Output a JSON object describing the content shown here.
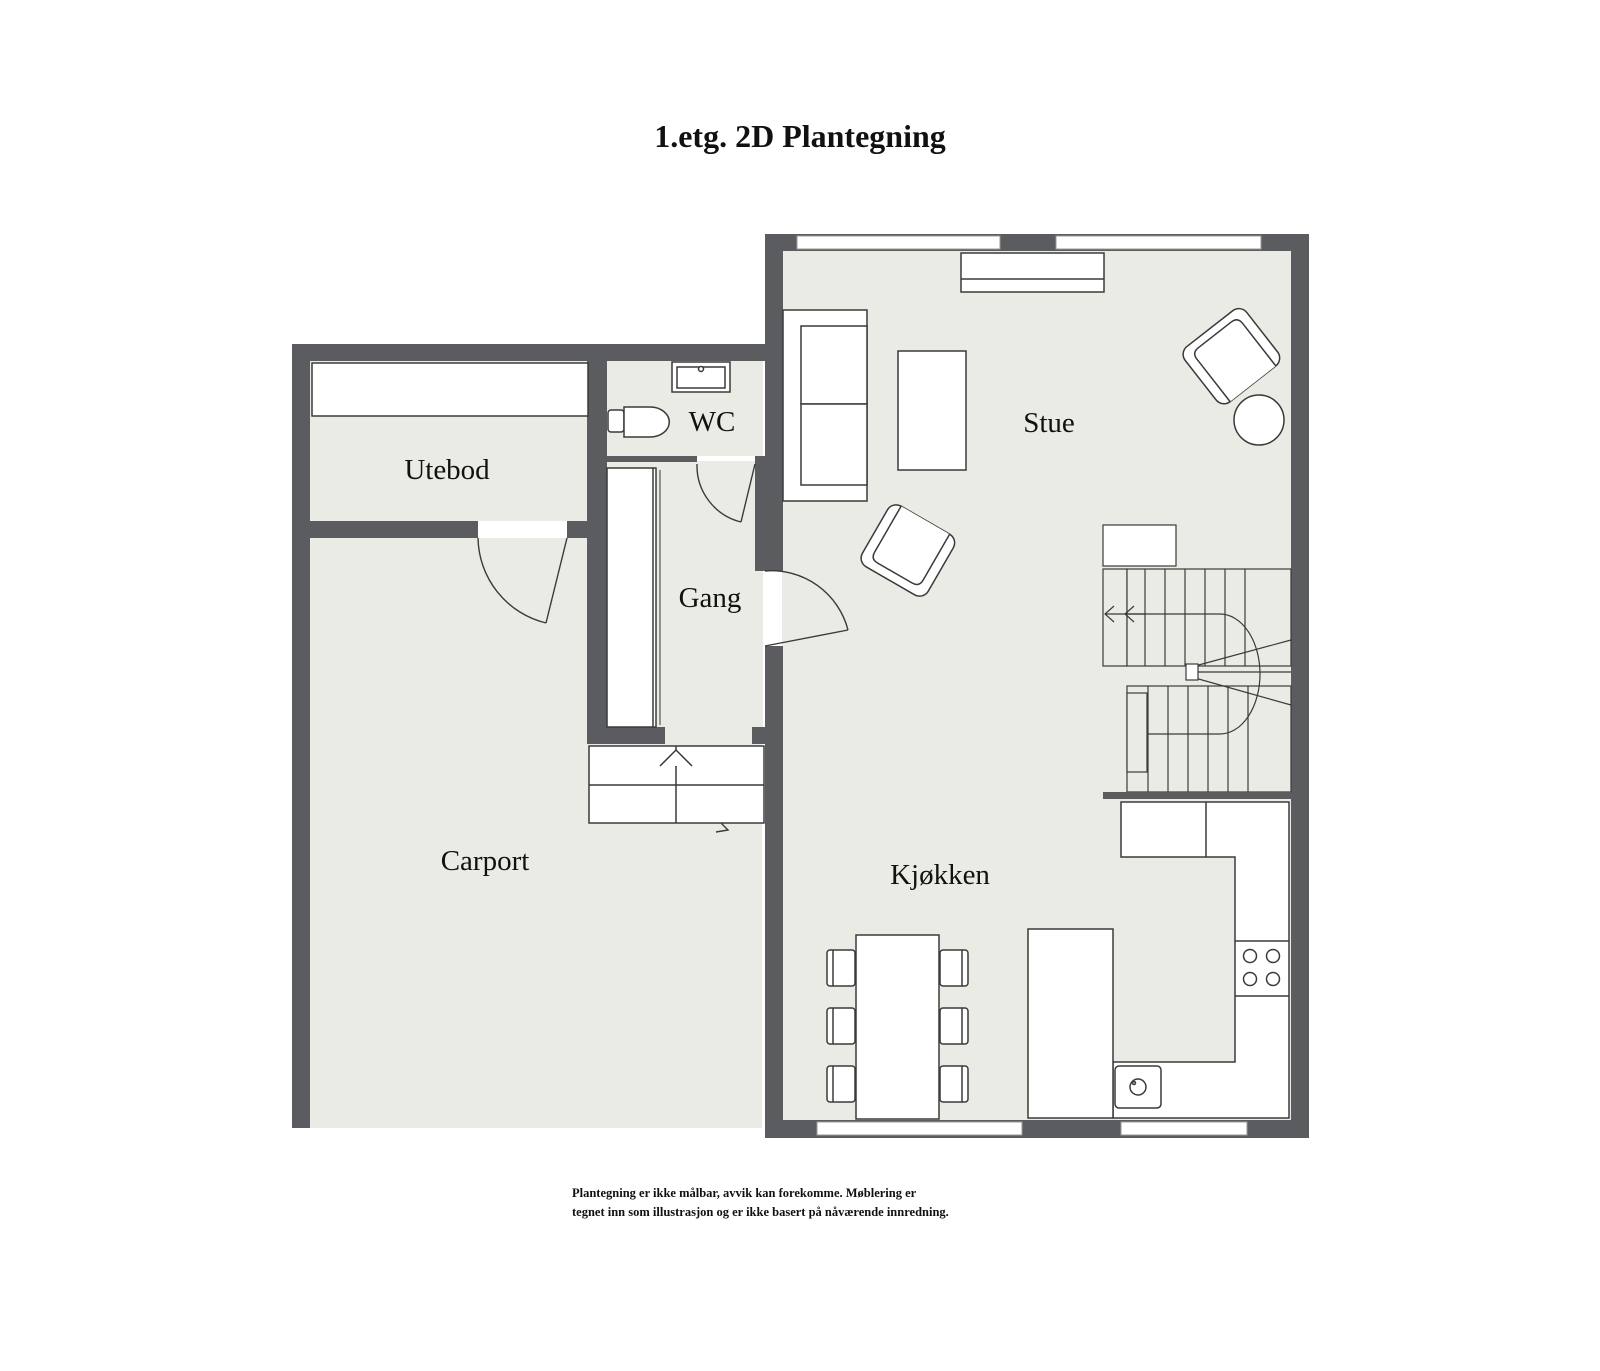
{
  "title": "1.etg. 2D Plantegning",
  "rooms": {
    "stue": "Stue",
    "wc": "WC",
    "utebod": "Utebod",
    "gang": "Gang",
    "carport": "Carport",
    "kjokken": "Kjøkken"
  },
  "note": {
    "line1": "Plantegning er ikke målbar, avvik kan forekomme. Møblering er",
    "line2": "tegnet inn som illustrasjon og er ikke basert på nåværende innredning."
  },
  "colors": {
    "wall": "#5b5c60",
    "floor": "#ebebe5",
    "furniture_stroke": "#3a3a3a",
    "furniture_fill": "#ffffff"
  }
}
